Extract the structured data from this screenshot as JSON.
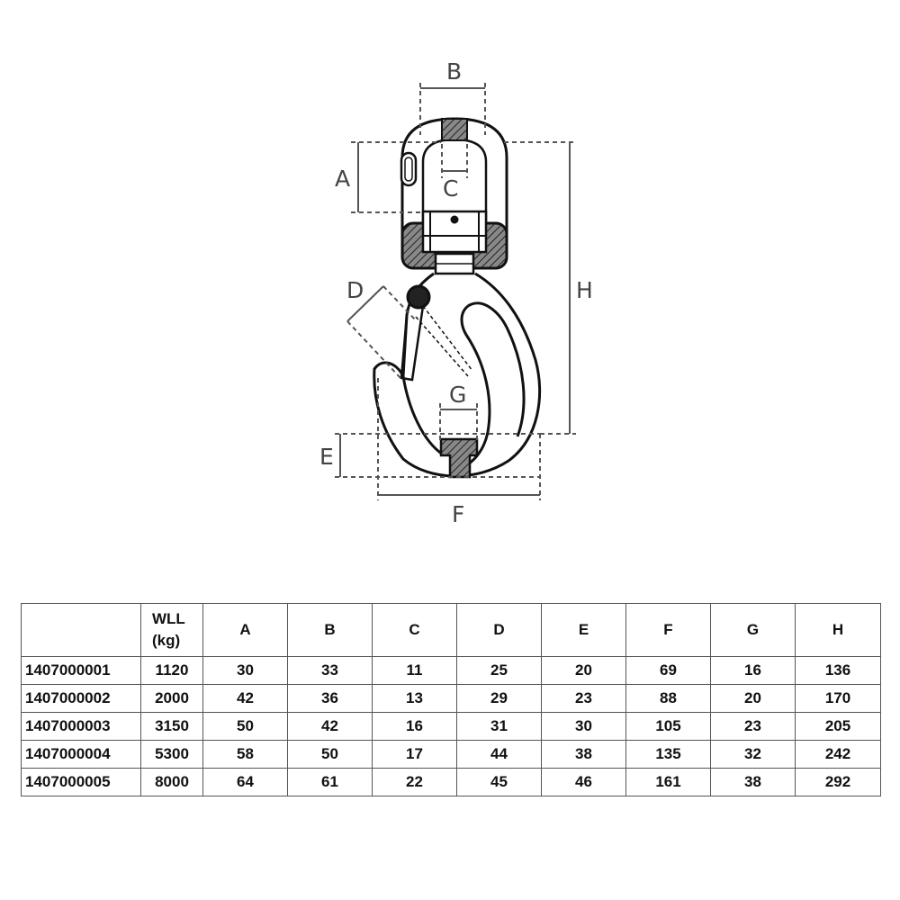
{
  "diagram": {
    "labels": {
      "A": "A",
      "B": "B",
      "C": "C",
      "D": "D",
      "E": "E",
      "F": "F",
      "G": "G",
      "H": "H"
    },
    "stroke_color": "#111111",
    "dim_color": "#555555"
  },
  "table": {
    "header": {
      "code": "",
      "wll_line1": "WLL",
      "wll_line2": "(kg)",
      "cols": [
        "A",
        "B",
        "C",
        "D",
        "E",
        "F",
        "G",
        "H"
      ]
    },
    "rows": [
      {
        "code": "1407000001",
        "wll": "1120",
        "vals": [
          "30",
          "33",
          "11",
          "25",
          "20",
          "69",
          "16",
          "136"
        ]
      },
      {
        "code": "1407000002",
        "wll": "2000",
        "vals": [
          "42",
          "36",
          "13",
          "29",
          "23",
          "88",
          "20",
          "170"
        ]
      },
      {
        "code": "1407000003",
        "wll": "3150",
        "vals": [
          "50",
          "42",
          "16",
          "31",
          "30",
          "105",
          "23",
          "205"
        ]
      },
      {
        "code": "1407000004",
        "wll": "5300",
        "vals": [
          "58",
          "50",
          "17",
          "44",
          "38",
          "135",
          "32",
          "242"
        ]
      },
      {
        "code": "1407000005",
        "wll": "8000",
        "vals": [
          "64",
          "61",
          "22",
          "45",
          "46",
          "161",
          "38",
          "292"
        ]
      }
    ]
  }
}
